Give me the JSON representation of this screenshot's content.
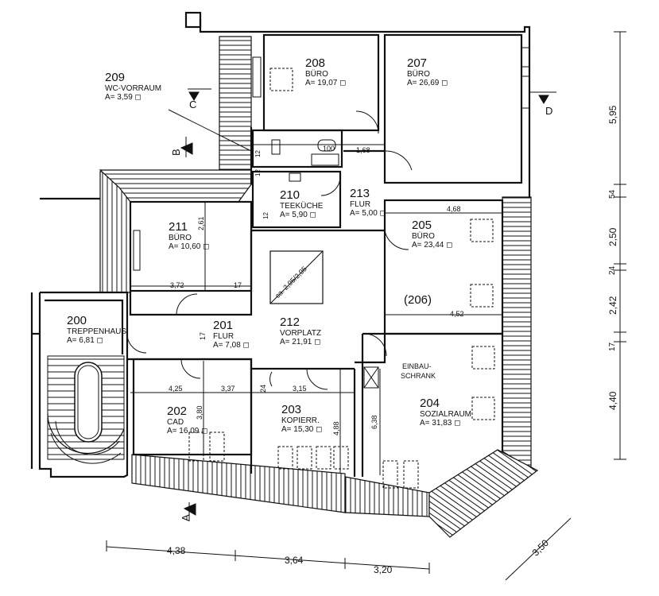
{
  "rooms": [
    {
      "id": "r208",
      "number": "208",
      "name": "BÜRO",
      "area": "A= 19,07 ◻"
    },
    {
      "id": "r207",
      "number": "207",
      "name": "BÜRO",
      "area": "A= 26,69 ◻"
    },
    {
      "id": "r209",
      "number": "209",
      "name": "WC-VORRAUM",
      "area": "A= 3,59 ◻"
    },
    {
      "id": "r210",
      "number": "210",
      "name": "TEEKÜCHE",
      "area": "A= 5,90 ◻"
    },
    {
      "id": "r213",
      "number": "213",
      "name": "FLUR",
      "area": "A= 5,00 ◻"
    },
    {
      "id": "r211",
      "number": "211",
      "name": "BÜRO",
      "area": "A= 10,60 ◻"
    },
    {
      "id": "r205",
      "number": "205",
      "name": "BÜRO",
      "area": "A= 23,44 ◻"
    },
    {
      "id": "r206",
      "number": "(206)",
      "name": "",
      "area": ""
    },
    {
      "id": "r212",
      "number": "212",
      "name": "VORPLATZ",
      "area": "A= 21,91 ◻"
    },
    {
      "id": "r201",
      "number": "201",
      "name": "FLUR",
      "area": "A= 7,08 ◻"
    },
    {
      "id": "r200",
      "number": "200",
      "name": "TREPPENHAUS",
      "area": "A= 6,81 ◻"
    },
    {
      "id": "r202",
      "number": "202",
      "name": "CAD",
      "area": "A= 16,09 ◻"
    },
    {
      "id": "r203",
      "number": "203",
      "name": "KOPIERR.",
      "area": "A= 15,30 ◻"
    },
    {
      "id": "r204",
      "number": "204",
      "name": "SOZIALRAUM",
      "area": "A= 31,83 ◻"
    }
  ],
  "labels": {
    "einbau": "EINBAU-",
    "schrank": "SCHRANK",
    "void": "ca. 2,95/2,95",
    "sec_a": "A",
    "sec_b": "B",
    "sec_c": "C",
    "sec_d": "D"
  },
  "dims": {
    "right_595": "5,95",
    "right_54": "54",
    "right_250": "2,50",
    "right_24": "24",
    "right_242": "2,42",
    "right_17": "17",
    "right_440": "4,40",
    "bot_438": "4,38",
    "bot_364": "3,64",
    "bot_320": "3,20",
    "bot_350": "3,50",
    "d_100": "100",
    "d_168": "1,68",
    "d_12a": "12",
    "d_12b": "12",
    "d_12c": "12",
    "d_261": "2,61",
    "d_372": "3,72",
    "d_17a": "17",
    "d_468": "4,68",
    "d_452": "4,52",
    "d_17b": "17",
    "d_425": "4,25",
    "d_337": "3,37",
    "d_24": "24",
    "d_315": "3,15",
    "d_380": "3,80",
    "d_488": "4,88",
    "d_638": "6,38"
  }
}
